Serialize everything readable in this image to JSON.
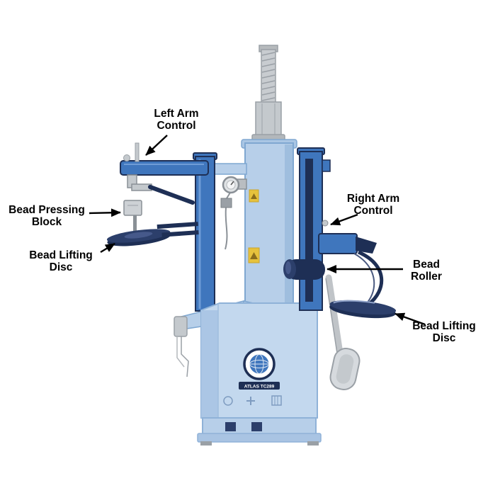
{
  "diagram": {
    "labels": {
      "left_arm_control": {
        "line1": "Left Arm",
        "line2": "Control"
      },
      "bead_pressing_block": {
        "line1": "Bead Pressing",
        "line2": "Block"
      },
      "bead_lifting_disc_left": {
        "line1": "Bead Lifting",
        "line2": "Disc"
      },
      "right_arm_control": {
        "line1": "Right Arm",
        "line2": "Control"
      },
      "bead_roller": {
        "line1": "Bead",
        "line2": "Roller"
      },
      "bead_lifting_disc_right": {
        "line1": "Bead Lifting",
        "line2": "Disc"
      }
    },
    "machine": {
      "model_text": "ATLAS TC289"
    },
    "colors": {
      "label_text": "#000000",
      "arrow": "#000000",
      "machine_light_blue": "#b7cfe9",
      "machine_mid_blue": "#3f76bd",
      "machine_navy": "#1e2f55",
      "machine_gray": "#c4c9cd",
      "warning_yellow": "#e6c23c"
    }
  }
}
